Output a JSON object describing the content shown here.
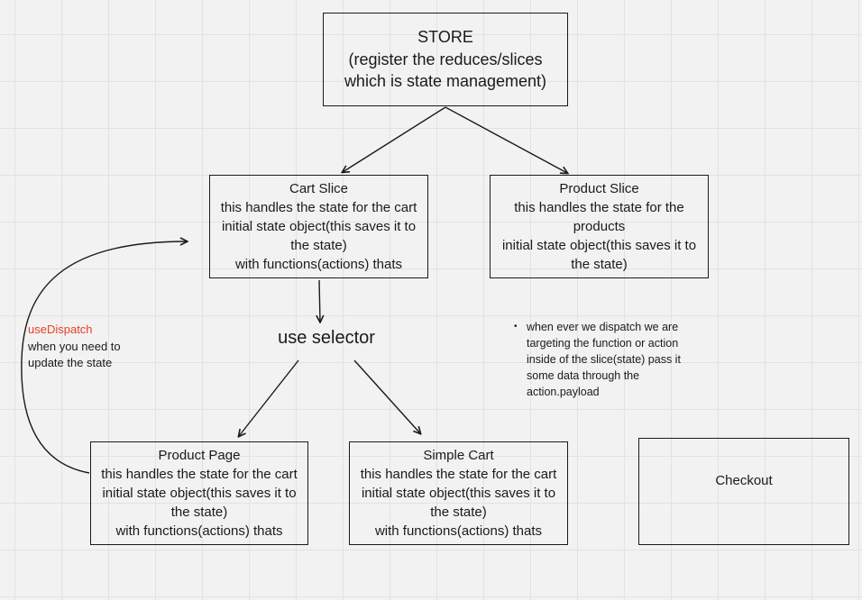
{
  "store": {
    "lines": [
      "STORE",
      "(register the reduces/slices",
      "which is state management)"
    ]
  },
  "cart_slice": {
    "lines": [
      "Cart Slice",
      "this handles the state for the cart",
      "initial state object(this saves it to",
      "the state)",
      "with functions(actions) thats"
    ]
  },
  "product_slice": {
    "lines": [
      "Product Slice",
      "this handles the state for the",
      "products",
      "initial state object(this saves it to",
      "the state)"
    ]
  },
  "use_selector": {
    "label": "use selector"
  },
  "use_dispatch": {
    "title": "useDispatch",
    "lines": [
      "when you need to",
      "update the state"
    ],
    "accent_color": "#e8402a"
  },
  "dispatch_note": {
    "bullet": "•",
    "lines": [
      "when ever we dispatch we are",
      "targeting the function or action",
      "inside of the slice(state) pass it",
      "some data through the",
      "action.payload"
    ]
  },
  "product_page": {
    "lines": [
      "Product Page",
      "this handles the state for the cart",
      "initial state object(this saves it to",
      "the state)",
      "with functions(actions) thats"
    ]
  },
  "simple_cart": {
    "lines": [
      "Simple Cart",
      "this handles the state for the cart",
      "initial state object(this saves it to",
      "the state)",
      "with functions(actions) thats"
    ]
  },
  "checkout": {
    "label": "Checkout"
  }
}
